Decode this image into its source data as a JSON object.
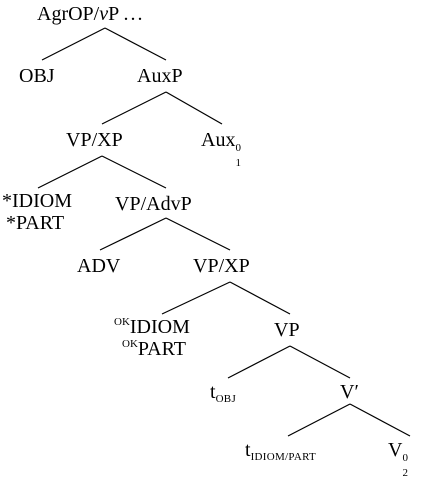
{
  "nodes": {
    "root": {
      "pre": "AgrOP/",
      "it": "v",
      "post": "P",
      "dots": "..."
    },
    "obj": "OBJ",
    "auxp": "AuxP",
    "vp_xp_1": "VP/XP",
    "aux0": {
      "base": "Aux",
      "sup": "0",
      "sub": "1"
    },
    "star_idiom": "*IDIOM",
    "star_part": "*PART",
    "vp_advp": "VP/AdvP",
    "adv": "ADV",
    "vp_xp_2": "VP/XP",
    "ok_idiom": {
      "sup": "OK",
      "text": "IDIOM"
    },
    "ok_part": {
      "sup": "OK",
      "text": "PART"
    },
    "vp": "VP",
    "t_obj": {
      "base": "t",
      "sub": "OBJ"
    },
    "v_bar": "V′",
    "t_idiom_part": {
      "base": "t",
      "sub": "IDIOM/PART"
    },
    "v0": {
      "base": "V",
      "sup": "0",
      "sub": "2"
    }
  }
}
